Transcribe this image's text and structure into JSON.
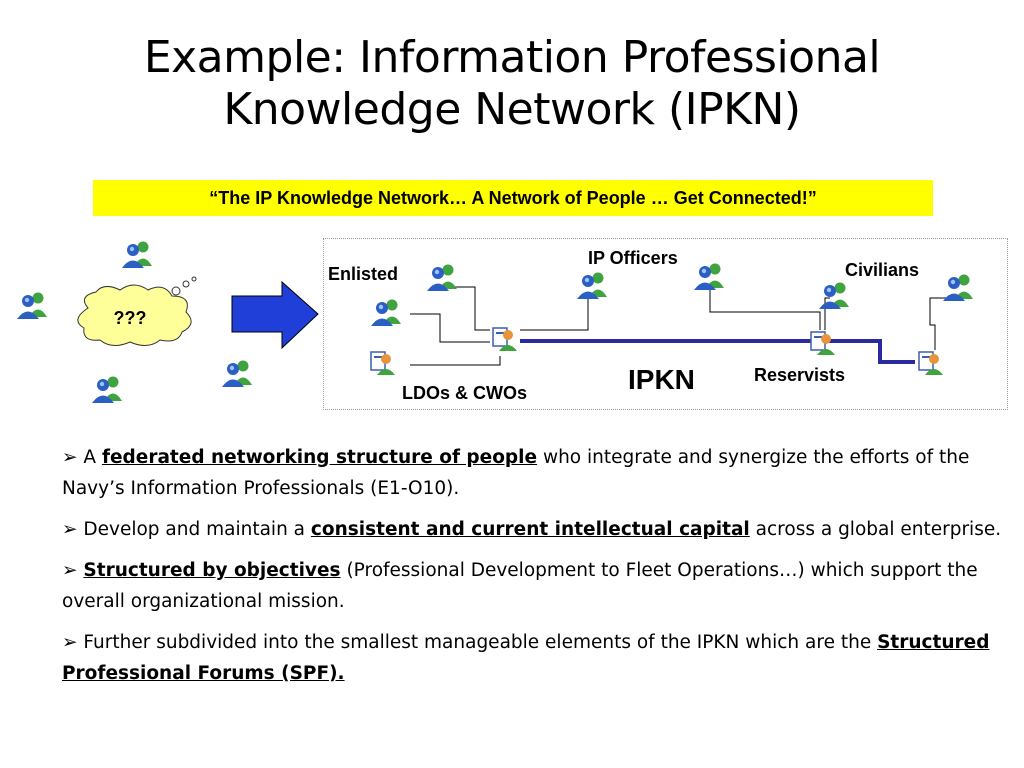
{
  "slide": {
    "title_line1": "Example: Information Professional",
    "title_line2": "Knowledge Network (IPKN)",
    "banner": "“The IP Knowledge Network…  A Network of People … Get Connected!”",
    "thought_bubble": "???"
  },
  "diagram": {
    "labels": {
      "enlisted": "Enlisted",
      "ip_officers": "IP Officers",
      "civilians": "Civilians",
      "ldos_cwos": "LDOs & CWOs",
      "reservists": "Reservists",
      "network": "IPKN"
    }
  },
  "bullets": [
    {
      "marker": "➢",
      "pre": " A ",
      "bold": "federated networking structure of people",
      "post": " who integrate and synergize the efforts of the Navy’s Information Professionals (E1-O10)."
    },
    {
      "marker": "➢",
      "pre": " Develop and maintain a ",
      "bold": "consistent and current intellectual capital",
      "post": " across a global enterprise."
    },
    {
      "marker": "➢",
      "pre": " ",
      "bold": "Structured by objectives",
      "post": " (Professional Development to Fleet Operations…) which support the overall organizational mission."
    },
    {
      "marker": "➢",
      "pre": " Further subdivided into the smallest manageable elements of the IPKN which are the ",
      "bold": "Structured Professional Forums (SPF).",
      "post": ""
    }
  ],
  "colors": {
    "banner_bg": "#ffff00",
    "arrow_fill": "#1f3fd8",
    "bubble_fill": "#ffff99",
    "network_line": "#2a2a9c",
    "person_blue": "#2c5fc4",
    "person_green": "#3fa33f"
  }
}
